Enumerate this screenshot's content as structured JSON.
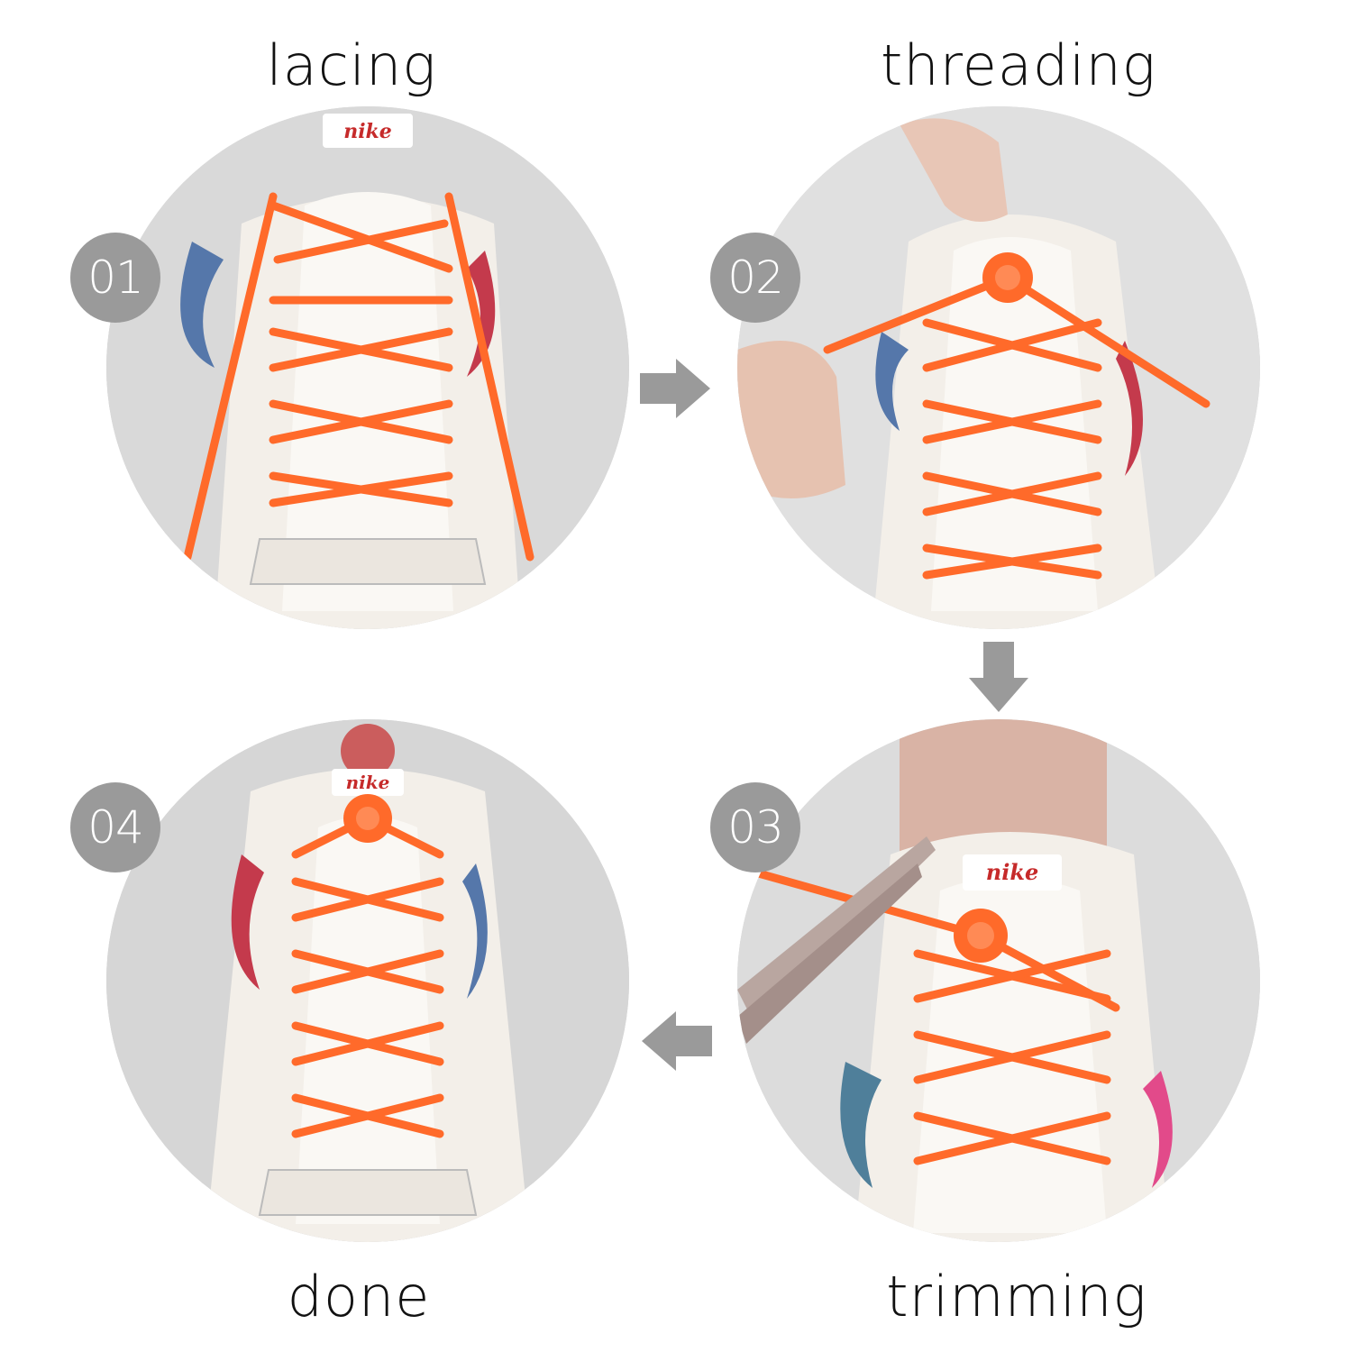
{
  "steps": [
    {
      "number": "01",
      "label": "lacing",
      "state": "laces crossed, no toggle"
    },
    {
      "number": "02",
      "label": "threading",
      "state": "lace ends threaded through toggle"
    },
    {
      "number": "03",
      "label": "trimming",
      "state": "excess lace cut with scissors"
    },
    {
      "number": "04",
      "label": "done",
      "state": "toggle secured, laces tidy"
    }
  ],
  "colors": {
    "lace": "#ff6a2a",
    "badge": "#9a9a9a",
    "arrow": "#9a9a9a",
    "swoosh_blue": "#5577aa",
    "swoosh_red": "#c43a4c"
  },
  "flow_arrows": [
    "right",
    "down",
    "left"
  ]
}
